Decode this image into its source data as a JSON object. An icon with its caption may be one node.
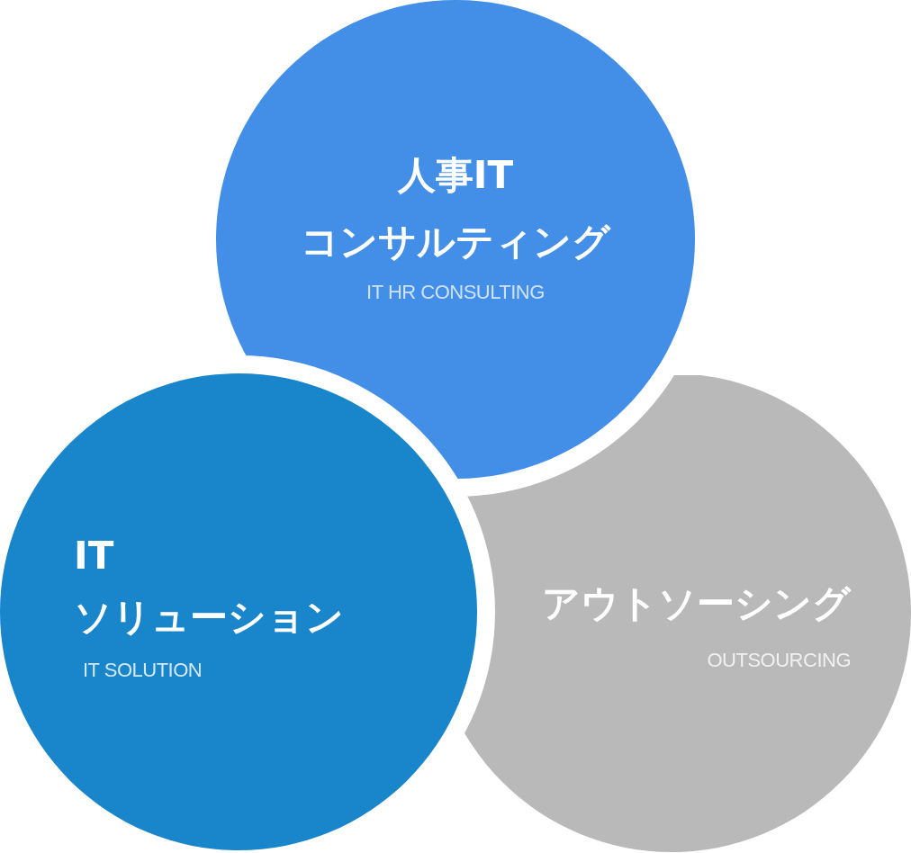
{
  "diagram": {
    "nodes": [
      {
        "text": [
          "人事IT",
          "コンサルティング",
          "IT HR CONSULTING"
        ]
      },
      {
        "text": [
          "IT",
          "ソリューション",
          "IT SOLUTION"
        ]
      },
      {
        "text": [
          "アウトソーシング",
          "OUTSOURCING"
        ]
      }
    ]
  }
}
